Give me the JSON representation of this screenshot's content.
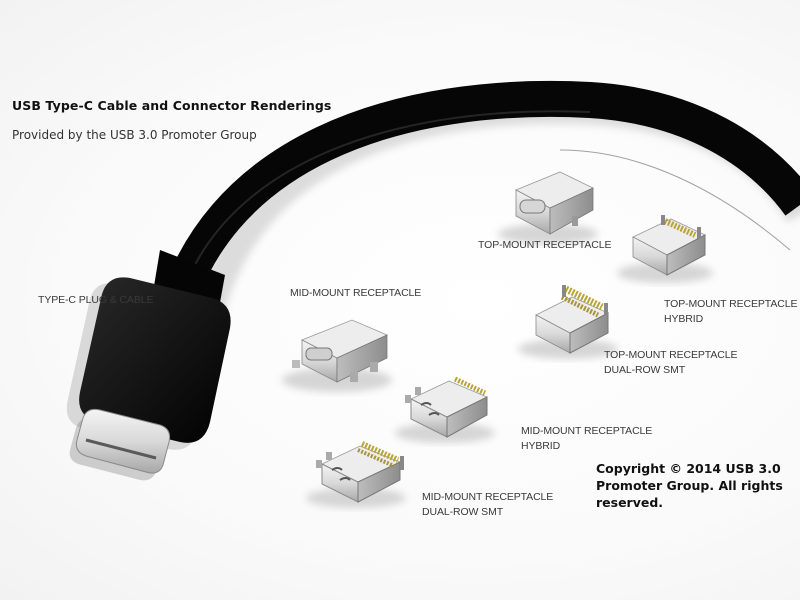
{
  "header": {
    "title": "USB Type-C Cable and Connector Renderings",
    "subtitle": "Provided by the USB 3.0 Promoter Group"
  },
  "labels": {
    "plug_cable": "TYPE-C PLUG & CABLE",
    "mid_mount": "MID-MOUNT RECEPTACLE",
    "top_mount": "TOP-MOUNT RECEPTACLE",
    "top_mount_hybrid": {
      "line1": "TOP-MOUNT RECEPTACLE",
      "line2": "HYBRID"
    },
    "top_mount_dual_row": {
      "line1": "TOP-MOUNT RECEPTACLE",
      "line2": "DUAL-ROW SMT"
    },
    "mid_mount_hybrid": {
      "line1": "MID-MOUNT RECEPTACLE",
      "line2": "HYBRID"
    },
    "mid_mount_dual_row": {
      "line1": "MID-MOUNT RECEPTACLE",
      "line2": "DUAL-ROW SMT"
    }
  },
  "copyright": {
    "line1": "Copyright © 2014 USB 3.0",
    "line2": "Promoter Group. All rights",
    "line3": "reserved."
  },
  "colors": {
    "cable": "#0a0a0a",
    "metal": "#d8d8d8",
    "contacts": "#b9a437",
    "text": "#3a3a3a"
  }
}
